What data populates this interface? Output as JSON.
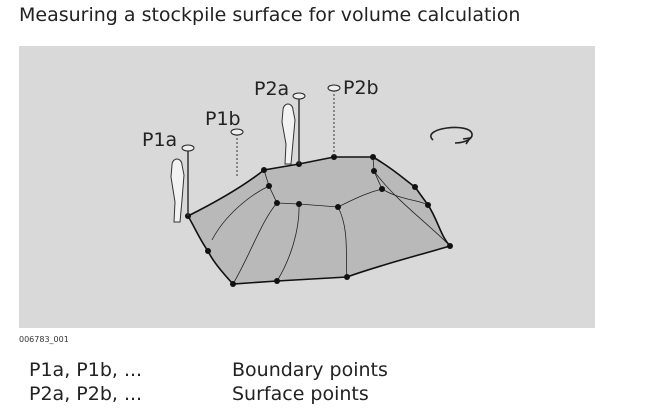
{
  "title": "Measuring a stockpile surface for volume calculation",
  "figure": {
    "labels": {
      "p1a": "P1a",
      "p1b": "P1b",
      "p2a": "P2a",
      "p2b": "P2b"
    },
    "figure_number": "006783_001"
  },
  "legend": [
    {
      "key": "P1a, P1b, ...",
      "value": "Boundary points"
    },
    {
      "key": "P2a, P2b, ...",
      "value": "Surface points"
    }
  ]
}
